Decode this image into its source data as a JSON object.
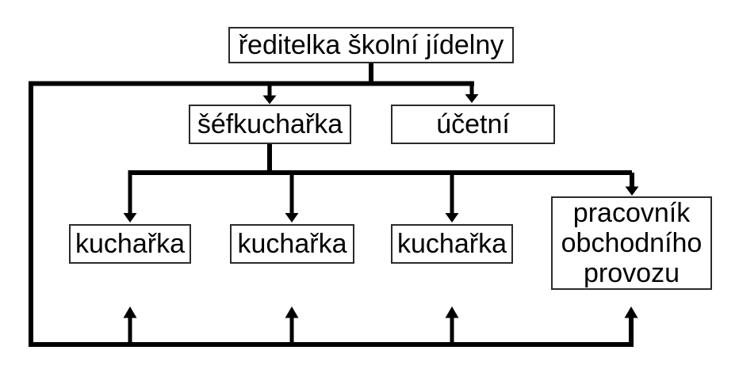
{
  "diagram": {
    "type": "org-chart",
    "background_color": "#ffffff",
    "line_color": "#000000",
    "box_border_color": "#2b2b2b",
    "text_color": "#000000",
    "nodes": {
      "director": {
        "label": "ředitelka školní jídelny",
        "level": 1
      },
      "head_chef": {
        "label": "šéfkuchařka",
        "level": 2
      },
      "accountant": {
        "label": "účetní",
        "level": 2
      },
      "cook_1": {
        "label": "kuchařka",
        "level": 3
      },
      "cook_2": {
        "label": "kuchařka",
        "level": 3
      },
      "cook_3": {
        "label": "kuchařka",
        "level": 3
      },
      "commercial_worker": {
        "label": "pracovník obchodního provozu",
        "level": 3
      }
    },
    "edges": [
      {
        "from": "director",
        "to": "head_chef",
        "style": "arrow-down"
      },
      {
        "from": "director",
        "to": "accountant",
        "style": "arrow-down"
      },
      {
        "from": "head_chef",
        "to": "cook_1",
        "style": "arrow-down"
      },
      {
        "from": "head_chef",
        "to": "cook_2",
        "style": "arrow-down"
      },
      {
        "from": "head_chef",
        "to": "cook_3",
        "style": "arrow-down"
      },
      {
        "from": "head_chef",
        "to": "commercial_worker",
        "style": "arrow-down"
      },
      {
        "from": "director",
        "to": "cook_1",
        "style": "feedback-loop-arrow-up"
      },
      {
        "from": "director",
        "to": "cook_2",
        "style": "feedback-loop-arrow-up"
      },
      {
        "from": "director",
        "to": "cook_3",
        "style": "feedback-loop-arrow-up"
      },
      {
        "from": "director",
        "to": "commercial_worker",
        "style": "feedback-loop-arrow-up"
      }
    ]
  }
}
